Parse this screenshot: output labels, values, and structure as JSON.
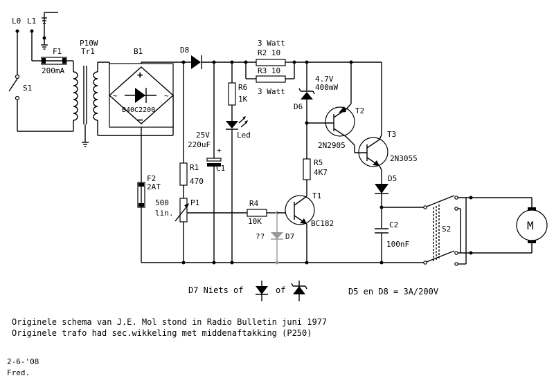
{
  "labels": {
    "L0": "L0",
    "L1": "L1",
    "S1": "S1",
    "F1": "F1",
    "F1_val": "200mA",
    "Tr1": "Tr1",
    "Tr1_power": "P10W",
    "B1": "B1",
    "B1_type": "B40C2200",
    "D8": "D8",
    "R2_title": "3 Watt",
    "R2": "R2 10",
    "R3": "R3 10",
    "R3_title": "3 Watt",
    "D6": "D6",
    "D6_v": "4.7V",
    "D6_p": "400mW",
    "R6": "R6",
    "R6_val": "1K",
    "Led": "Led",
    "C1_v": "25V",
    "C1_val": "220uF",
    "C1": "C1",
    "R1": "R1",
    "R1_val": "470",
    "P1": "P1",
    "P1_val": "500",
    "P1_type": "lin.",
    "F2": "F2",
    "F2_val": "2AT",
    "R4": "R4",
    "R4_val": "10K",
    "D7": "D7",
    "D7_q": "??",
    "R5": "R5",
    "R5_val": "4K7",
    "T1": "T1",
    "T1_type": "BC182",
    "T2": "T2",
    "T2_type": "2N2905",
    "T3": "T3",
    "T3_type": "2N3055",
    "D5": "D5",
    "C2": "C2",
    "C2_val": "100nF",
    "S2": "S2",
    "M": "M"
  },
  "legend": {
    "d7_a": "D7 Niets of",
    "d7_b": "of",
    "diodes": "D5 en D8 = 3A/200V"
  },
  "notes": {
    "line1": "Originele schema van J.E. Mol stond in Radio Bulletin  juni 1977",
    "line2": "Originele trafo had sec.wikkeling met middenaftakking (P250)",
    "date": "2-6-'08",
    "author": "Fred."
  }
}
